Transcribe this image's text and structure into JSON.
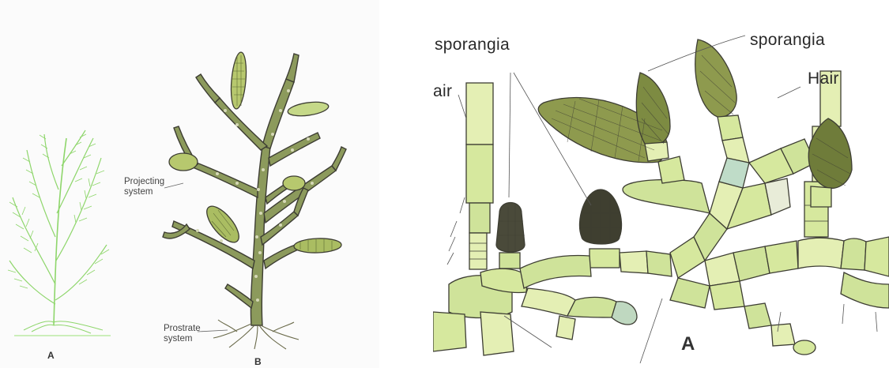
{
  "left_figure": {
    "label_a": "A",
    "label_b": "B",
    "projecting_system": [
      "Projecting",
      "system"
    ],
    "prostrate_system": [
      "Prostrate",
      "system"
    ]
  },
  "right_figure": {
    "sporangia_left": "sporangia",
    "sporangia_right": "sporangia",
    "hair_left": "air",
    "hair_right": "Hair",
    "label_a": "A"
  },
  "colors": {
    "plant_green": "#8ed66b",
    "thallus_olive": "#8c9a5c",
    "thallus_dark": "#4f5a32",
    "cell_green": "#cfe39a",
    "cell_pale": "#e4efb4",
    "sporangium_dark": "#4a4a3a",
    "outline": "#3d3d33"
  }
}
